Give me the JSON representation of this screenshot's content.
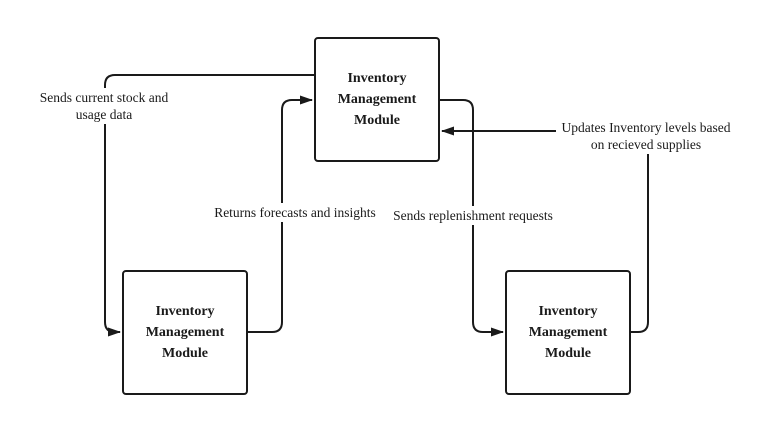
{
  "diagram": {
    "colors": {
      "line": "#1a1a1a",
      "text": "#1a1a1a",
      "background": "#ffffff"
    },
    "nodes": [
      {
        "id": "top-module",
        "label": "Inventory Management Module"
      },
      {
        "id": "bottom-left-module",
        "label": "Inventory Management Module"
      },
      {
        "id": "bottom-right-module",
        "label": "Inventory Management Module"
      }
    ],
    "edges": [
      {
        "id": "sends-stock",
        "from": "top-module",
        "to": "bottom-left-module",
        "label": "Sends current stock and usage data",
        "label_lines": {
          "0": "Sends current stock and",
          "1": "usage data"
        }
      },
      {
        "id": "returns-forecasts",
        "from": "bottom-left-module",
        "to": "top-module",
        "label": "Returns forecasts and insights"
      },
      {
        "id": "sends-replenishment",
        "from": "top-module",
        "to": "bottom-right-module",
        "label": "Sends replenishment requests"
      },
      {
        "id": "updates-inventory",
        "from": "bottom-right-module",
        "to": "top-module",
        "label": "Updates Inventory levels based on recieved supplies",
        "label_lines": {
          "0": "Updates Inventory levels based",
          "1": "on recieved supplies"
        }
      }
    ]
  }
}
